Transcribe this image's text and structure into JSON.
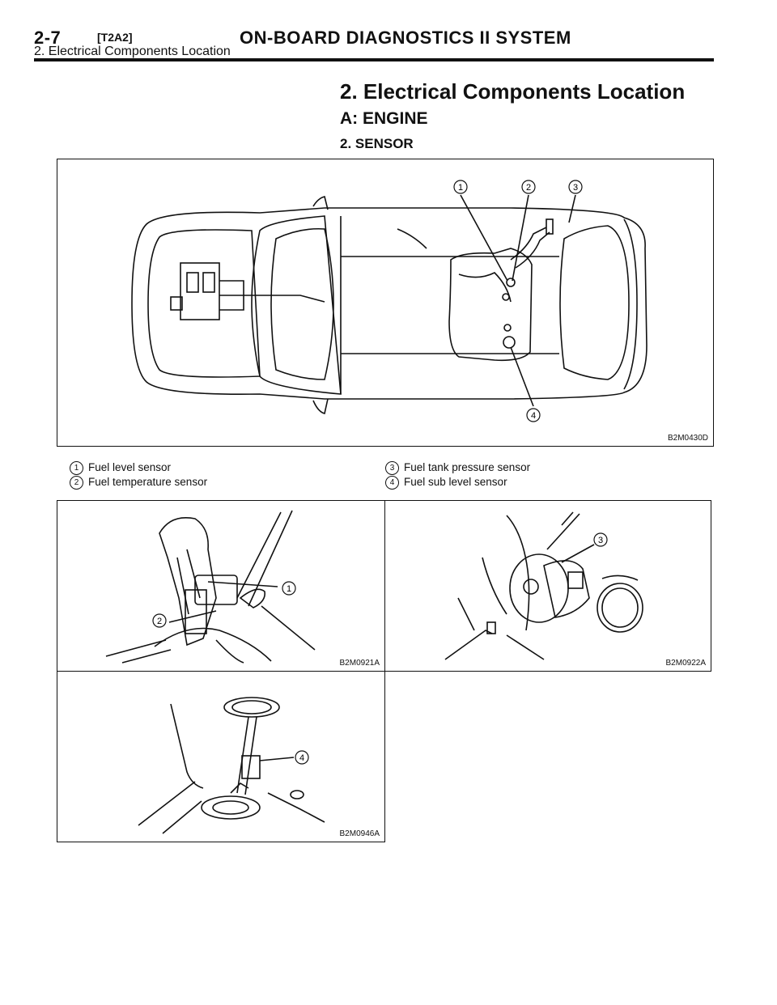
{
  "header": {
    "page_number": "2-7",
    "section_code": "[T2A2]",
    "chapter_title": "ON-BOARD DIAGNOSTICS II SYSTEM",
    "subtitle": "2. Electrical Components Location"
  },
  "section": {
    "title": "2. Electrical Components Location",
    "subsection": "A: ENGINE",
    "item": "2. SENSOR"
  },
  "figures": {
    "main_code": "B2M0430D",
    "fig_a_code": "B2M0921A",
    "fig_b_code": "B2M0922A",
    "fig_c_code": "B2M0946A"
  },
  "callouts": [
    "1",
    "2",
    "3",
    "4"
  ],
  "legend": [
    {
      "num": "1",
      "label": "Fuel level sensor"
    },
    {
      "num": "2",
      "label": "Fuel temperature sensor"
    },
    {
      "num": "3",
      "label": "Fuel tank pressure sensor"
    },
    {
      "num": "4",
      "label": "Fuel sub level sensor"
    }
  ]
}
